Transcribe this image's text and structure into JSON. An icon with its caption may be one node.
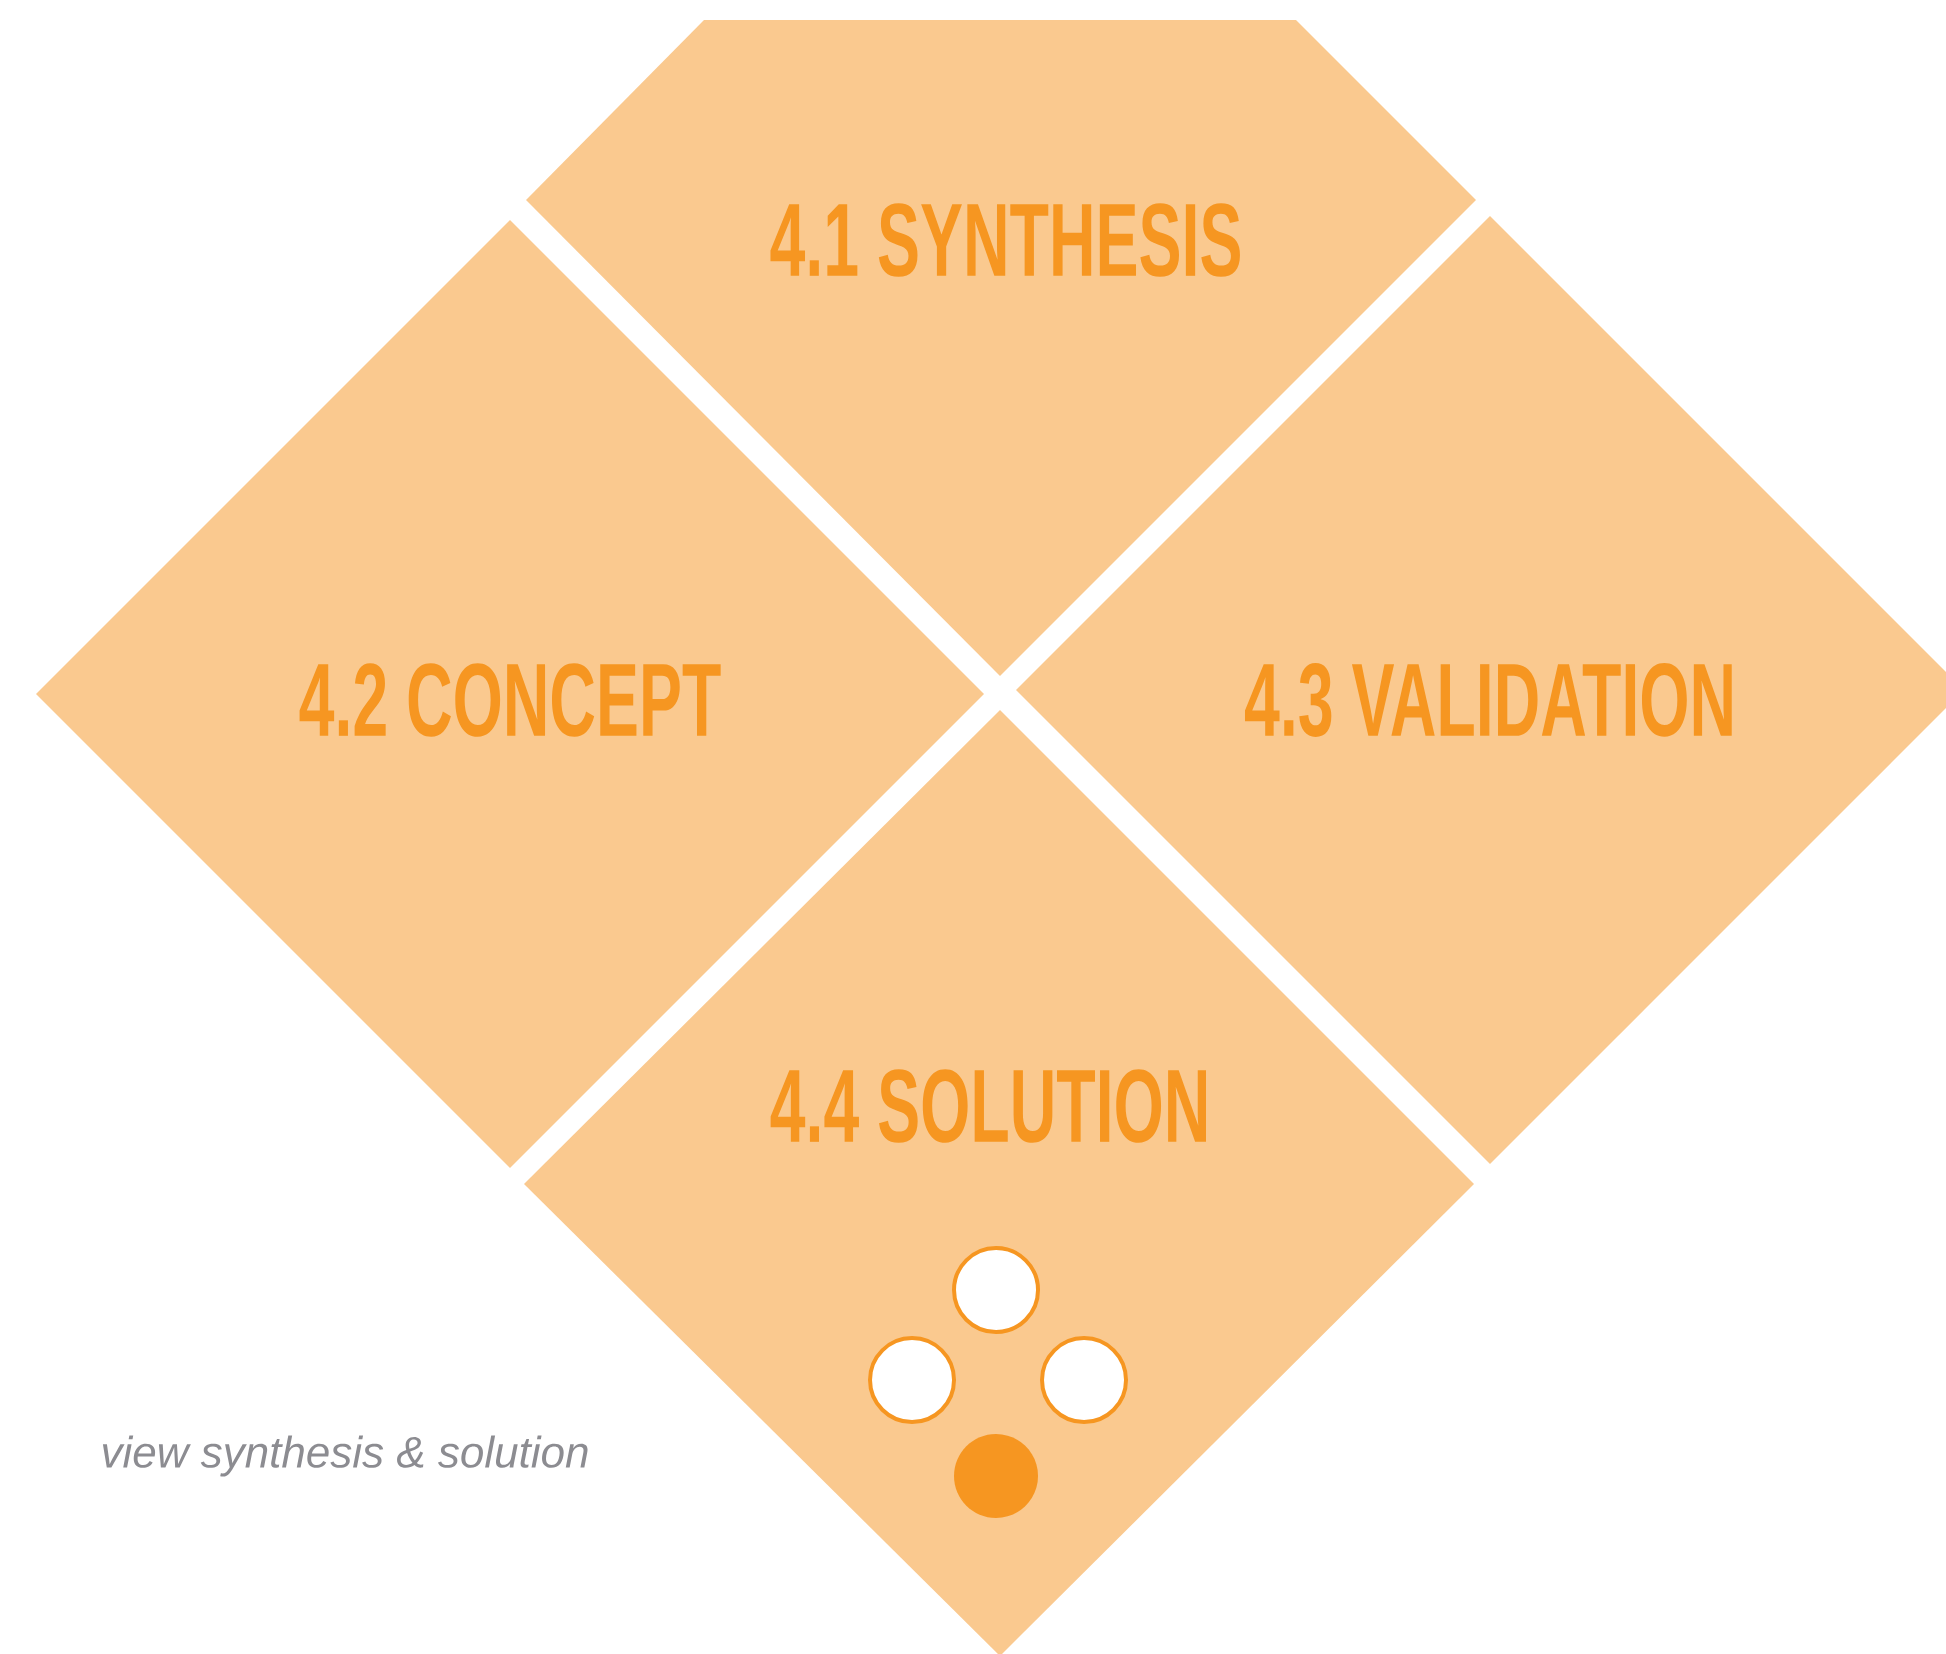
{
  "diagram": {
    "nodes": [
      {
        "text": [
          "4.1 SYNTHESIS"
        ]
      },
      {
        "text": [
          "4.2 CONCEPT"
        ]
      },
      {
        "text": [
          "4.3 VALIDATION"
        ]
      },
      {
        "text": [
          "4.4 SOLUTION"
        ]
      },
      {
        "text": [],
        "shape": "circle",
        "in": 3
      },
      {
        "text": [],
        "shape": "circle",
        "in": 3
      },
      {
        "text": [],
        "shape": "circle",
        "in": 3
      },
      {
        "text": [],
        "shape": "circle",
        "in": 3
      }
    ],
    "edges": [],
    "labels": [
      "view synthesis & solution"
    ]
  }
}
